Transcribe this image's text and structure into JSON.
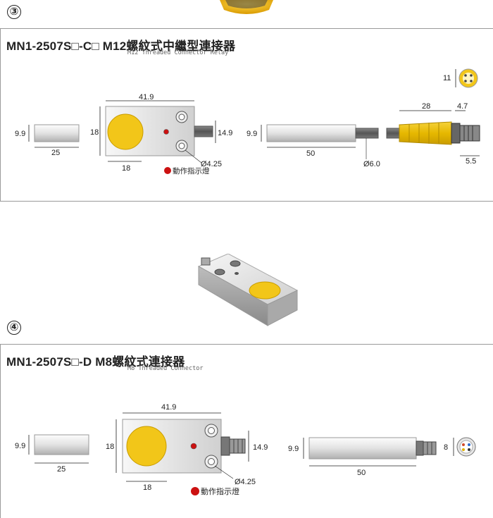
{
  "section3": {
    "number": "③",
    "title": "MN1-2507S□-C□  M12螺紋式中繼型連接器",
    "subtitle": "M12 Threaded Connector Relay",
    "dims": {
      "side_height": "9.9",
      "side_length": "25",
      "body_length": "41.9",
      "body_height": "18",
      "body_offset": "18",
      "connector_height": "14.9",
      "hole_dia": "Ø4.25",
      "cable_body_height": "9.9",
      "cable_body_length": "50",
      "cable_dia": "Ø6.0",
      "m12_length": "28",
      "m12_head": "4.7",
      "m12_tail": "5.5",
      "pin_face": "11"
    },
    "indicator_label": "動作指示燈"
  },
  "section4": {
    "number": "④",
    "title": "MN1-2507S□-D  M8螺紋式連接器",
    "subtitle": "M8 Threaded Connector",
    "dims": {
      "side_height": "9.9",
      "side_length": "25",
      "body_length": "41.9",
      "body_height": "18",
      "body_offset": "18",
      "connector_height": "14.9",
      "hole_dia": "Ø4.25",
      "cable_body_height": "9.9",
      "cable_body_length": "50",
      "pin_face": "8"
    },
    "indicator_label": "動作指示燈"
  },
  "colors": {
    "sensor_face": "#f2c619",
    "indicator": "#cc1111",
    "metal_light": "#f4f4f4",
    "metal_dark": "#a8a8a8",
    "frame": "#9a9a9a"
  }
}
